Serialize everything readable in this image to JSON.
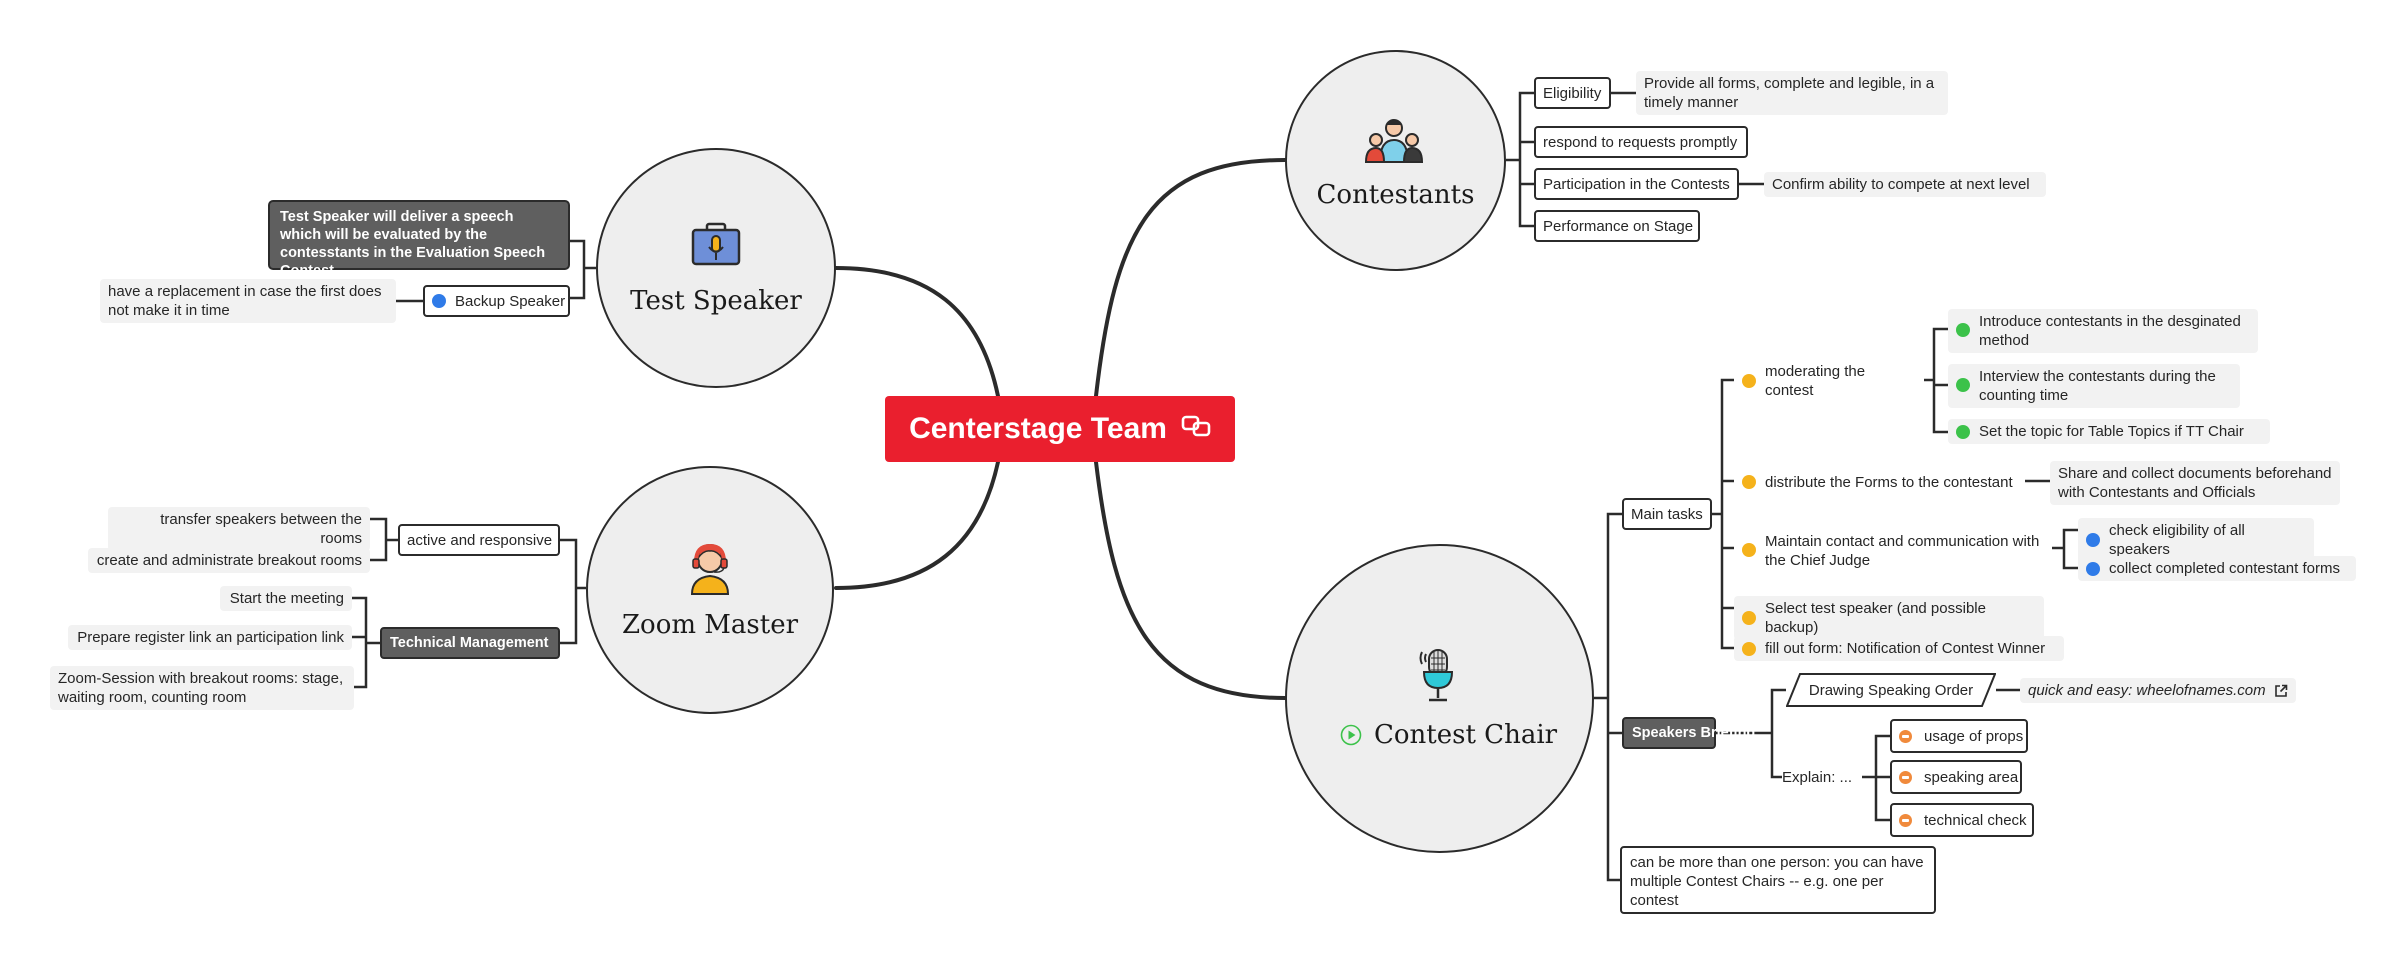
{
  "root": {
    "label": "Centerstage Team",
    "link_icon": "linked-topic-icon",
    "color": "#ea1f2e"
  },
  "branches": {
    "test_speaker": {
      "title": "Test Speaker",
      "icon": "briefcase-microphone-icon",
      "description": "Test Speaker will deliver a speech which will be evaluated by the contesstants in the Evaluation Speech Contest",
      "backup": {
        "label": "Backup Speaker",
        "marker": "blue-dot",
        "note": "have a replacement in case the first does not make it in time"
      }
    },
    "zoom_master": {
      "title": "Zoom Master",
      "icon": "headset-operator-icon",
      "active": {
        "label": "active and responsive",
        "items": [
          "transfer speakers between the rooms",
          "create and administrate breakout rooms"
        ]
      },
      "technical": {
        "label": "Technical Management",
        "items": [
          "Start the meeting",
          "Prepare register link an participation link",
          "Zoom-Session with breakout rooms: stage, waiting room, counting room"
        ]
      }
    },
    "contestants": {
      "title": "Contestants",
      "icon": "group-people-icon",
      "items": [
        {
          "label": "Eligibility",
          "note": "Provide all forms, complete and legible, in a timely manner"
        },
        {
          "label": "respond to requests promptly"
        },
        {
          "label": "Participation in the Contests",
          "note": "Confirm ability to compete at next level"
        },
        {
          "label": "Performance on Stage"
        }
      ]
    },
    "contest_chair": {
      "title": "Contest Chair",
      "icon": "microphone-icon",
      "play_icon": "play-icon",
      "main_tasks": {
        "label": "Main tasks",
        "moderating": {
          "label": "moderating the contest",
          "items": [
            "Introduce contestants in the desginated method",
            "Interview the contestants during the counting time",
            "Set the topic for Table Topics if TT Chair"
          ]
        },
        "distribute": {
          "label": "distribute the Forms to the contestant",
          "note": "Share and collect documents beforehand with Contestants and Officials"
        },
        "maintain": {
          "label": "Maintain contact and communication with the Chief Judge",
          "items": [
            "check eligibility of all speakers",
            "collect completed contestant forms"
          ]
        },
        "select": {
          "label": "Select test speaker (and possible backup)"
        },
        "fillout": {
          "label": "fill out form: Notification of Contest Winner"
        }
      },
      "speakers_briefing": {
        "label": "Speakers Briefing",
        "drawing": {
          "label": "Drawing Speaking Order",
          "link_text": "quick and easy: wheelofnames.com",
          "link_icon": "external-link-icon"
        },
        "explain": {
          "label": "Explain: ...",
          "items": [
            "usage of props",
            "speaking area",
            "technical check"
          ]
        }
      },
      "note": "can be more than one person: you can have multiple Contest Chairs -- e.g. one per contest"
    }
  }
}
